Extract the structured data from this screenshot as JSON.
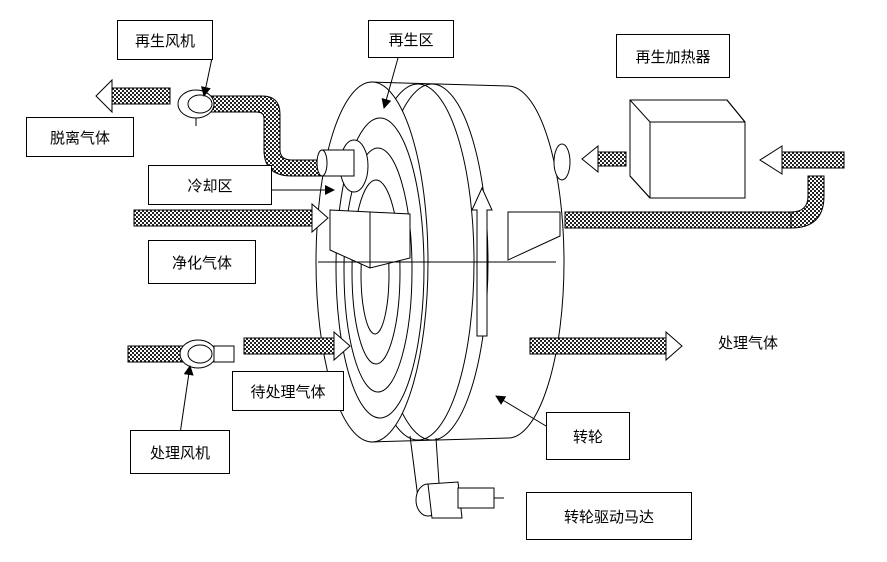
{
  "labels": {
    "regen_fan": "再生风机",
    "regen_zone": "再生区",
    "regen_heater": "再生加热器",
    "desorbed_gas": "脱离气体",
    "cooling_zone": "冷却区",
    "purified_gas": "净化气体",
    "treated_gas": "处理气体",
    "gas_to_treat": "待处理气体",
    "process_fan": "处理风机",
    "rotor": "转轮",
    "rotor_drive_motor": "转轮驱动马达"
  },
  "colors": {
    "line": "#000000",
    "background": "#ffffff",
    "duct_hatch": "#000000"
  }
}
